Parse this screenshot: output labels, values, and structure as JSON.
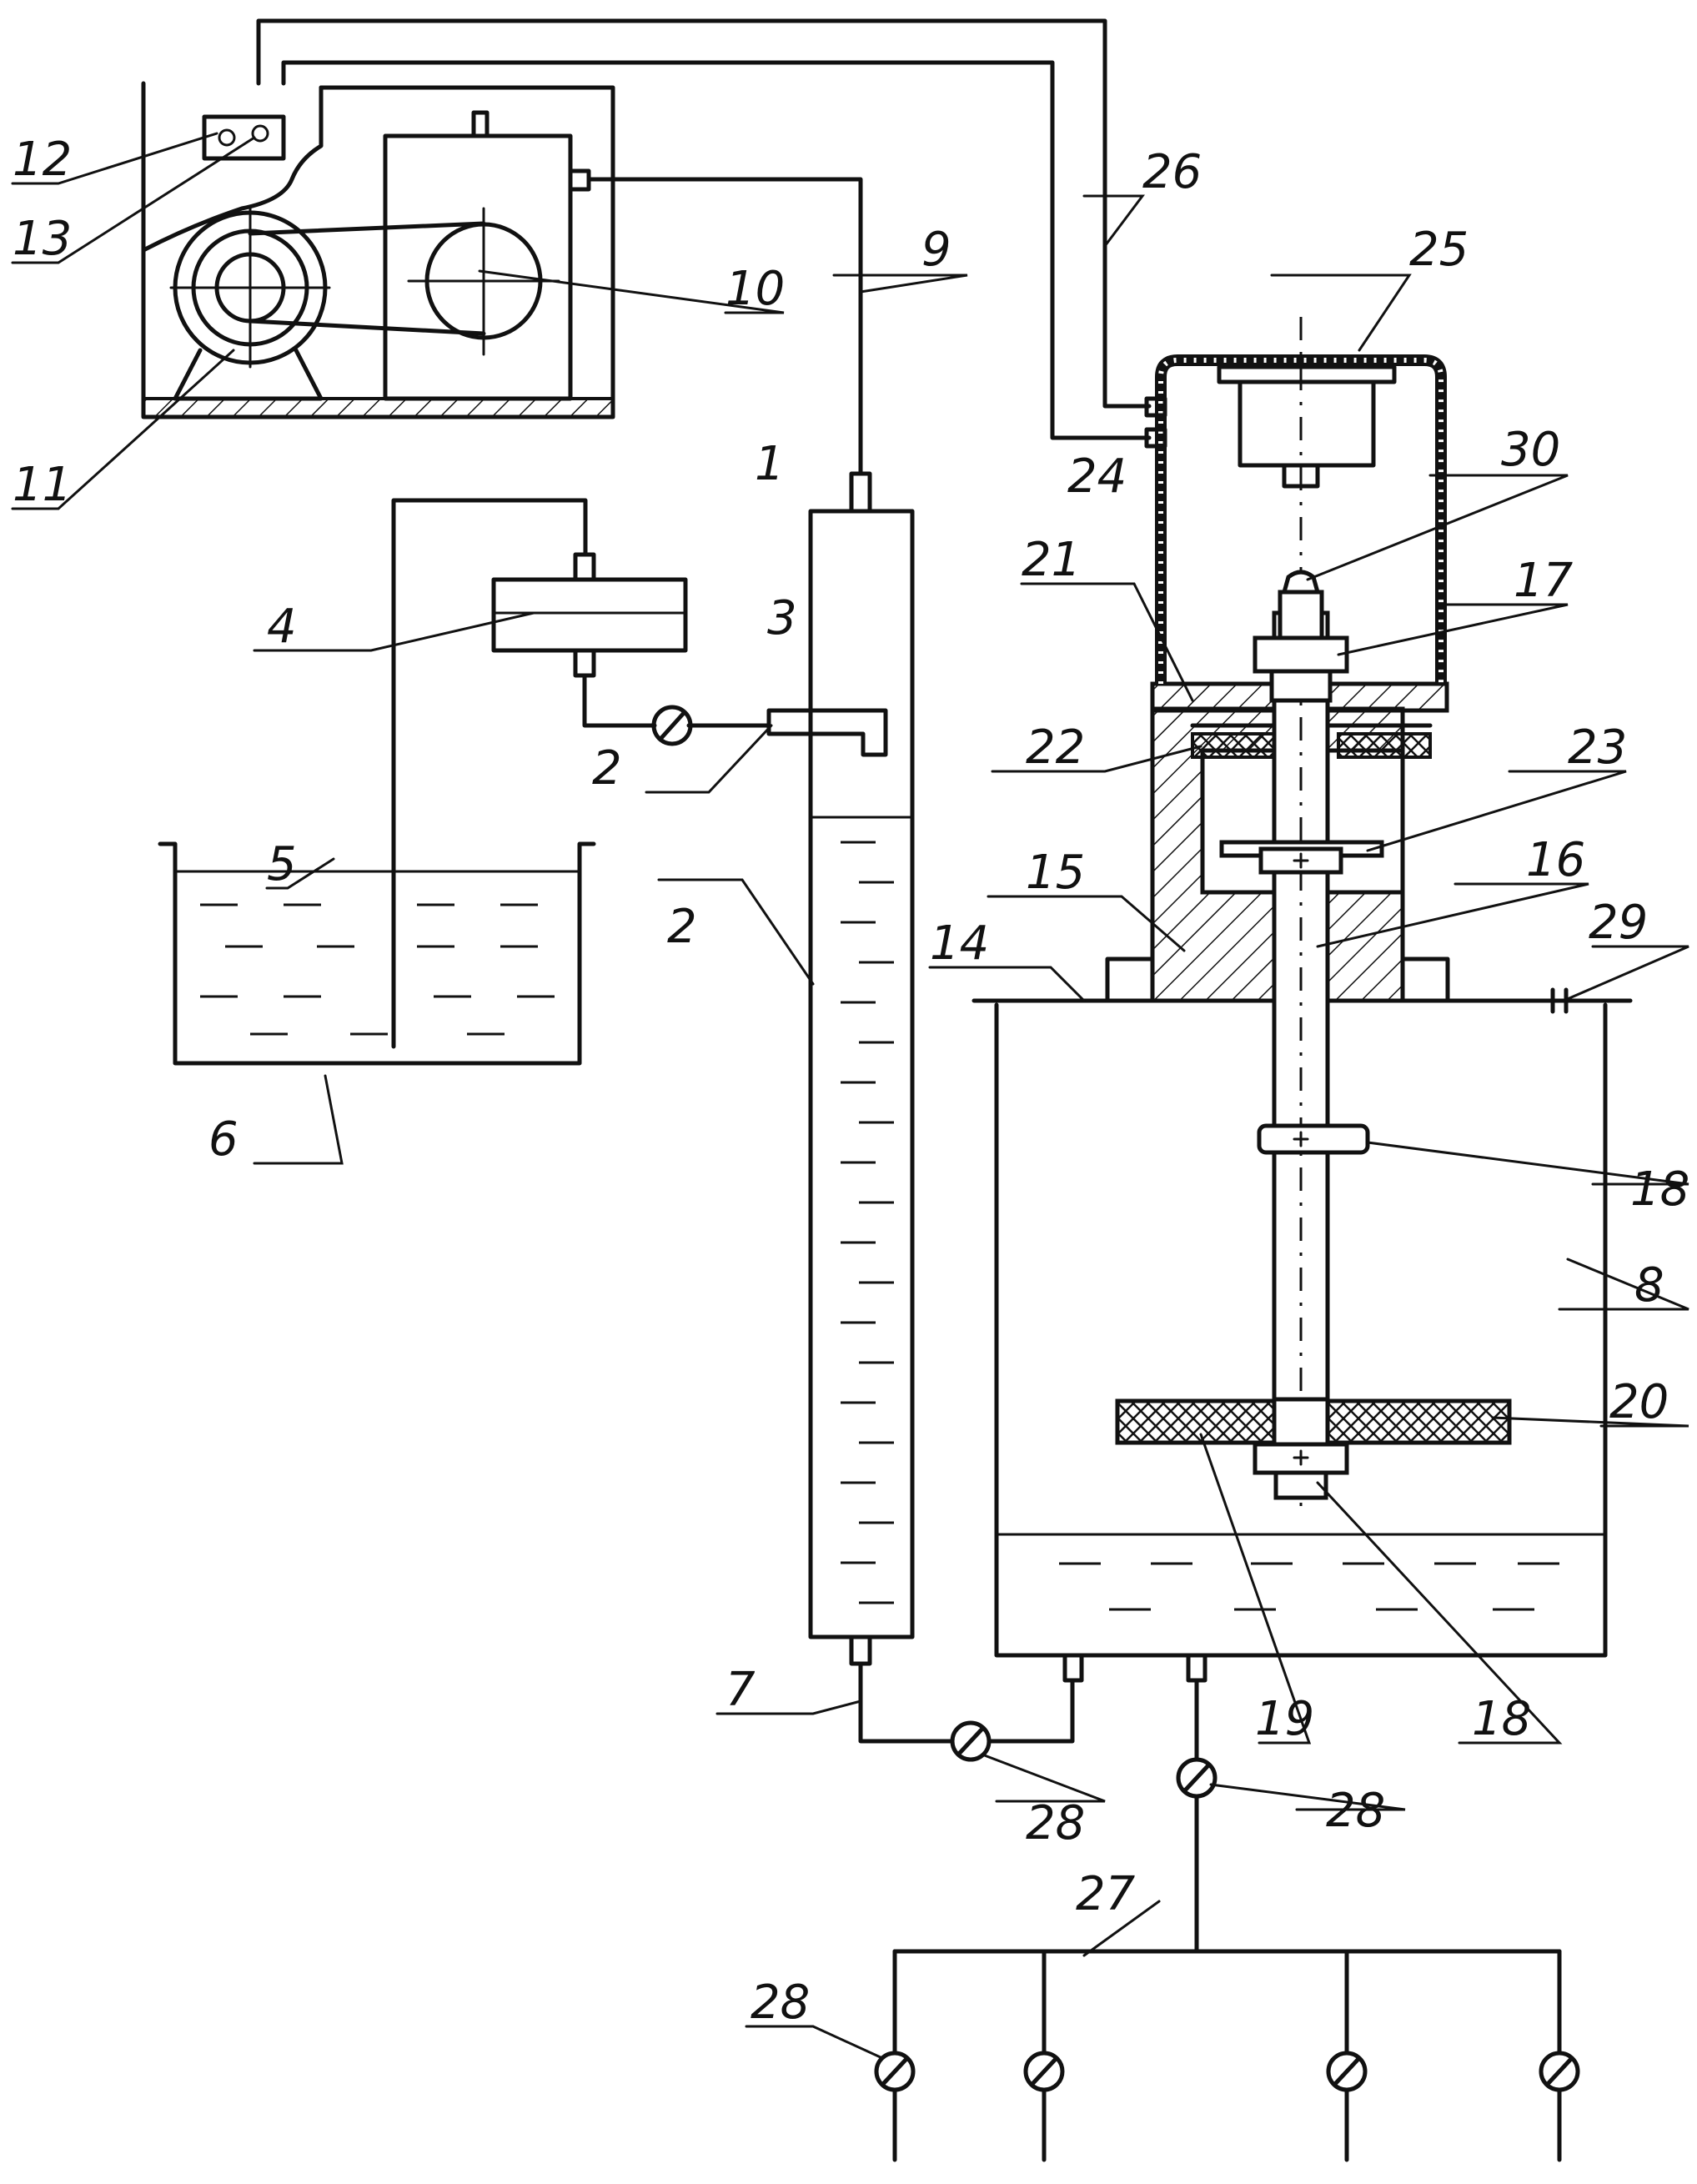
{
  "labels": {
    "n1": "1",
    "n2a": "2",
    "n2b": "2",
    "n3": "3",
    "n4": "4",
    "n5": "5",
    "n6": "6",
    "n7": "7",
    "n8": "8",
    "n9": "9",
    "n10": "10",
    "n11": "11",
    "n12": "12",
    "n13": "13",
    "n14": "14",
    "n15": "15",
    "n16": "16",
    "n17": "17",
    "n18a": "18",
    "n18b": "18",
    "n19": "19",
    "n20": "20",
    "n21": "21",
    "n22": "22",
    "n23": "23",
    "n24": "24",
    "n25": "25",
    "n26": "26",
    "n27": "27",
    "n28a": "28",
    "n28b": "28",
    "n28c": "28",
    "n29": "29",
    "n30": "30"
  }
}
